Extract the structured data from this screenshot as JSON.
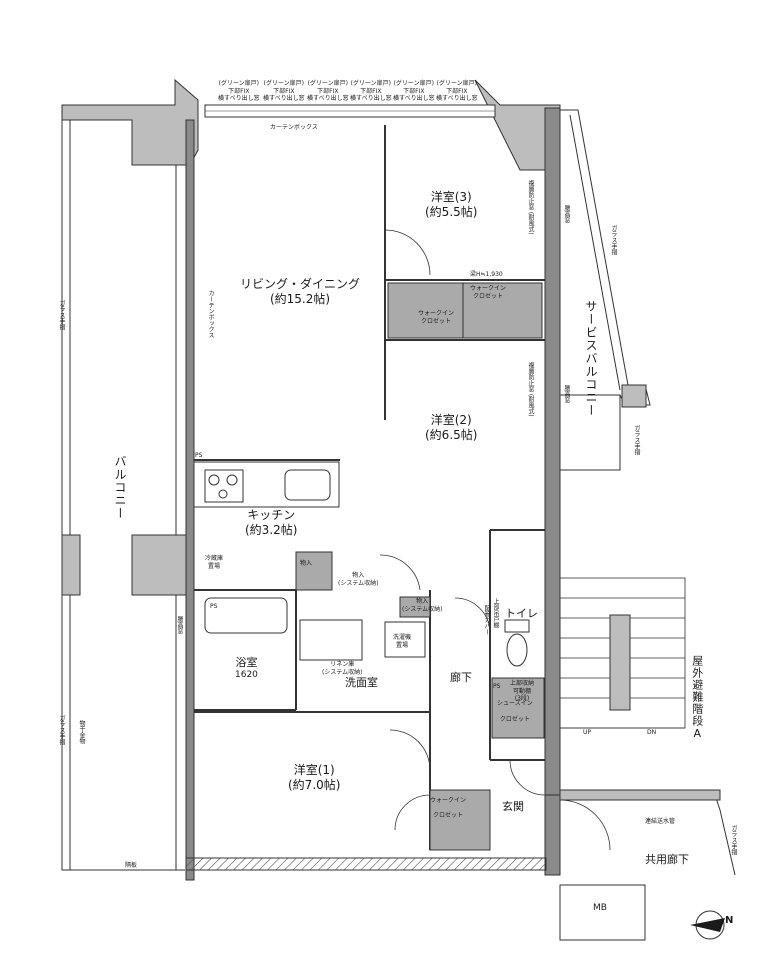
{
  "rooms": {
    "living": {
      "name": "リビング・ダイニング",
      "size": "(約15.2帖)"
    },
    "western3": {
      "name": "洋室(3)",
      "size": "(約5.5帖)"
    },
    "western2": {
      "name": "洋室(2)",
      "size": "(約6.5帖)"
    },
    "western1": {
      "name": "洋室(1)",
      "size": "(約7.0帖)"
    },
    "kitchen": {
      "name": "キッチン",
      "size": "(約3.2帖)"
    },
    "bath": {
      "name": "浴室",
      "size": "1620"
    },
    "washroom": "洗面室",
    "toilet": "トイレ",
    "corridor": "廊下",
    "entrance": "玄関",
    "common_corridor": "共用廊下",
    "mb": "MB"
  },
  "balcony": {
    "main": "バルコニー",
    "service": "サービスバルコニー"
  },
  "stairs": "屋外避難階段A",
  "stair_up": "UP",
  "stair_dn": "DN",
  "labels": {
    "curtain_box": "カーテンボックス",
    "walk_in_closet_line1": "ウォークイン",
    "walk_in_closet_line2": "クロゼット",
    "storage": "物入",
    "storage_system": "(システム収納)",
    "linen": "リネン庫",
    "linen_system": "(システム収納)",
    "washer": "洗濯機",
    "washer2": "置場",
    "fridge": "冷蔵庫",
    "fridge2": "置場",
    "shoes_in": "シューズイン",
    "closet": "クロゼット",
    "top_cabinet": "上部吊戸棚",
    "pipe_cover": "配管カバー",
    "beam": "梁H≒1,930",
    "waist_wall": "腰高窓",
    "glass_rail": "ガラス手摺",
    "metal_rail": "物干金物",
    "partition": "隔板",
    "water_pipe": "連結送水管",
    "ps": "PS",
    "door_fix": "(グリーン扉戸)",
    "door_fix2": "下部FIX",
    "door_fix3": "横すべり出し窓",
    "hinge_label": "面格子",
    "double_sash": "複層防止窓 (耐風式)",
    "upper_sash": "上部収納",
    "upper_sash2": "可動棚",
    "upper_sash3": "(3段)"
  },
  "compass": "N"
}
